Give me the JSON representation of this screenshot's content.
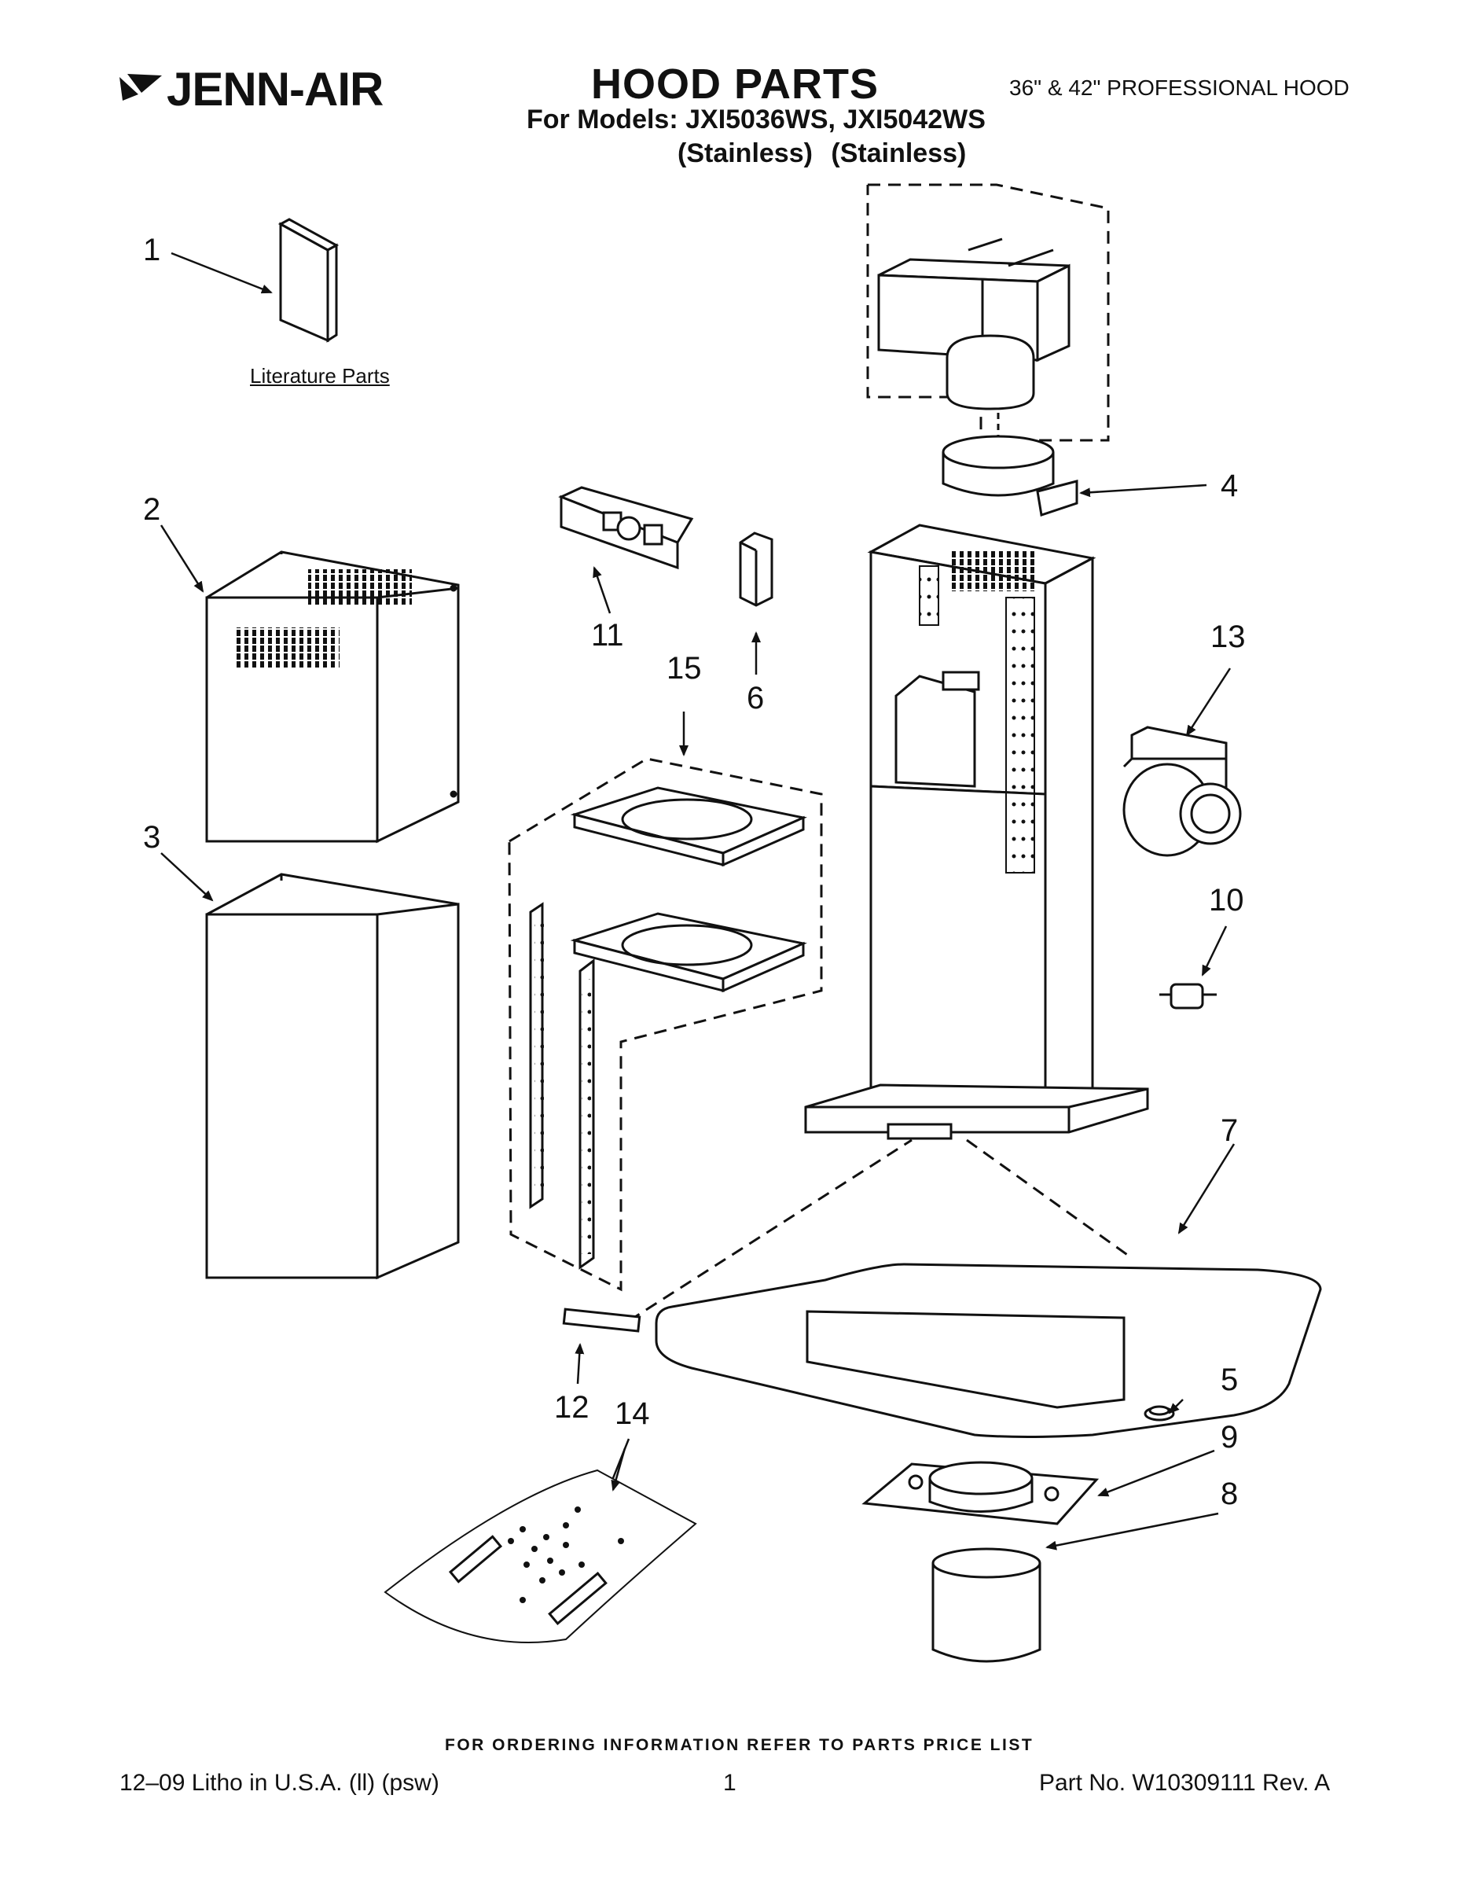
{
  "header": {
    "brand": "JENN-AIR",
    "title": "HOOD PARTS",
    "models_line": "For Models: JXI5036WS, JXI5042WS",
    "finish_line": "(Stainless) (Stainless)",
    "hood_type": "36\" & 42\" PROFESSIONAL HOOD"
  },
  "literature_label": "Literature Parts",
  "callouts": [
    "1",
    "2",
    "3",
    "4",
    "5",
    "6",
    "7",
    "8",
    "9",
    "10",
    "11",
    "12",
    "13",
    "14",
    "15"
  ],
  "footer": {
    "ordering": "FOR ORDERING INFORMATION REFER TO PARTS PRICE LIST",
    "litho": "12–09 Litho in U.S.A. (ll) (psw)",
    "page": "1",
    "part_no": "Part No. W10309111 Rev. A"
  }
}
